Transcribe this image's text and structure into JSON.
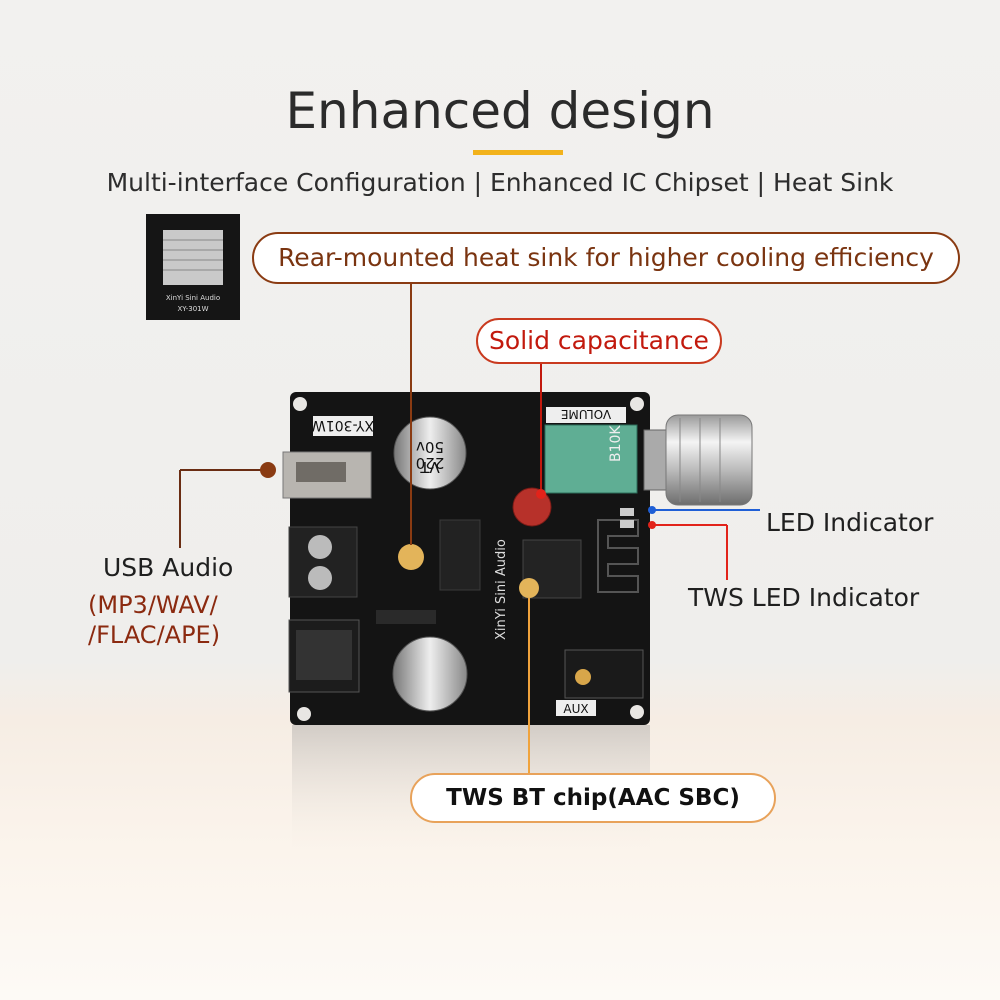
{
  "header": {
    "title": "Enhanced design",
    "subtitle": "Multi-interface Configuration | Enhanced IC Chipset |  Heat Sink"
  },
  "callouts": {
    "heat_sink": "Rear-mounted heat sink for higher cooling efficiency",
    "solid_capacitance": "Solid capacitance",
    "usb_audio": "USB Audio",
    "usb_formats": [
      "(MP3/WAV/",
      "/FLAC/APE)"
    ],
    "led_indicator": "LED Indicator",
    "tws_led_indicator": "TWS LED Indicator",
    "tws_bt_chip": "TWS BT chip(AAC SBC)"
  },
  "board": {
    "model": "XY-301W",
    "brand": "XinYi Sini Audio",
    "volume_label": "VOLUME",
    "pot_value": "B10K",
    "aux_label": "AUX",
    "capacitor_text": [
      "220",
      "50v",
      "VT"
    ],
    "thumbnail_brand": "XinYi Sini Audio",
    "thumbnail_model": "XY-301W"
  },
  "colors": {
    "accent_bar": "#f2b21b",
    "heat_sink_callout": "#8a3b12",
    "capacitance_callout": "#c93a1f",
    "led_line": "#1f5fd6",
    "tws_led_line": "#e2231a",
    "bt_chip_line": "#f0a33c"
  }
}
